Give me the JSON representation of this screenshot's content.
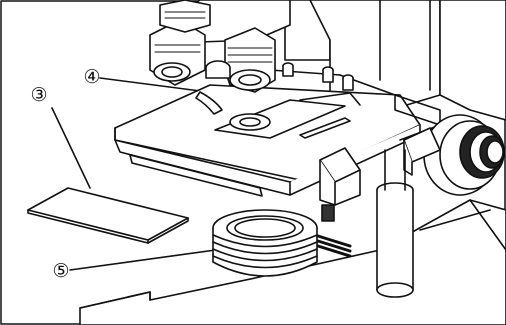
{
  "diagram": {
    "labels": [
      {
        "id": "4",
        "text": "④"
      },
      {
        "id": "3",
        "text": "③"
      },
      {
        "id": "5",
        "text": "⑤"
      }
    ]
  }
}
